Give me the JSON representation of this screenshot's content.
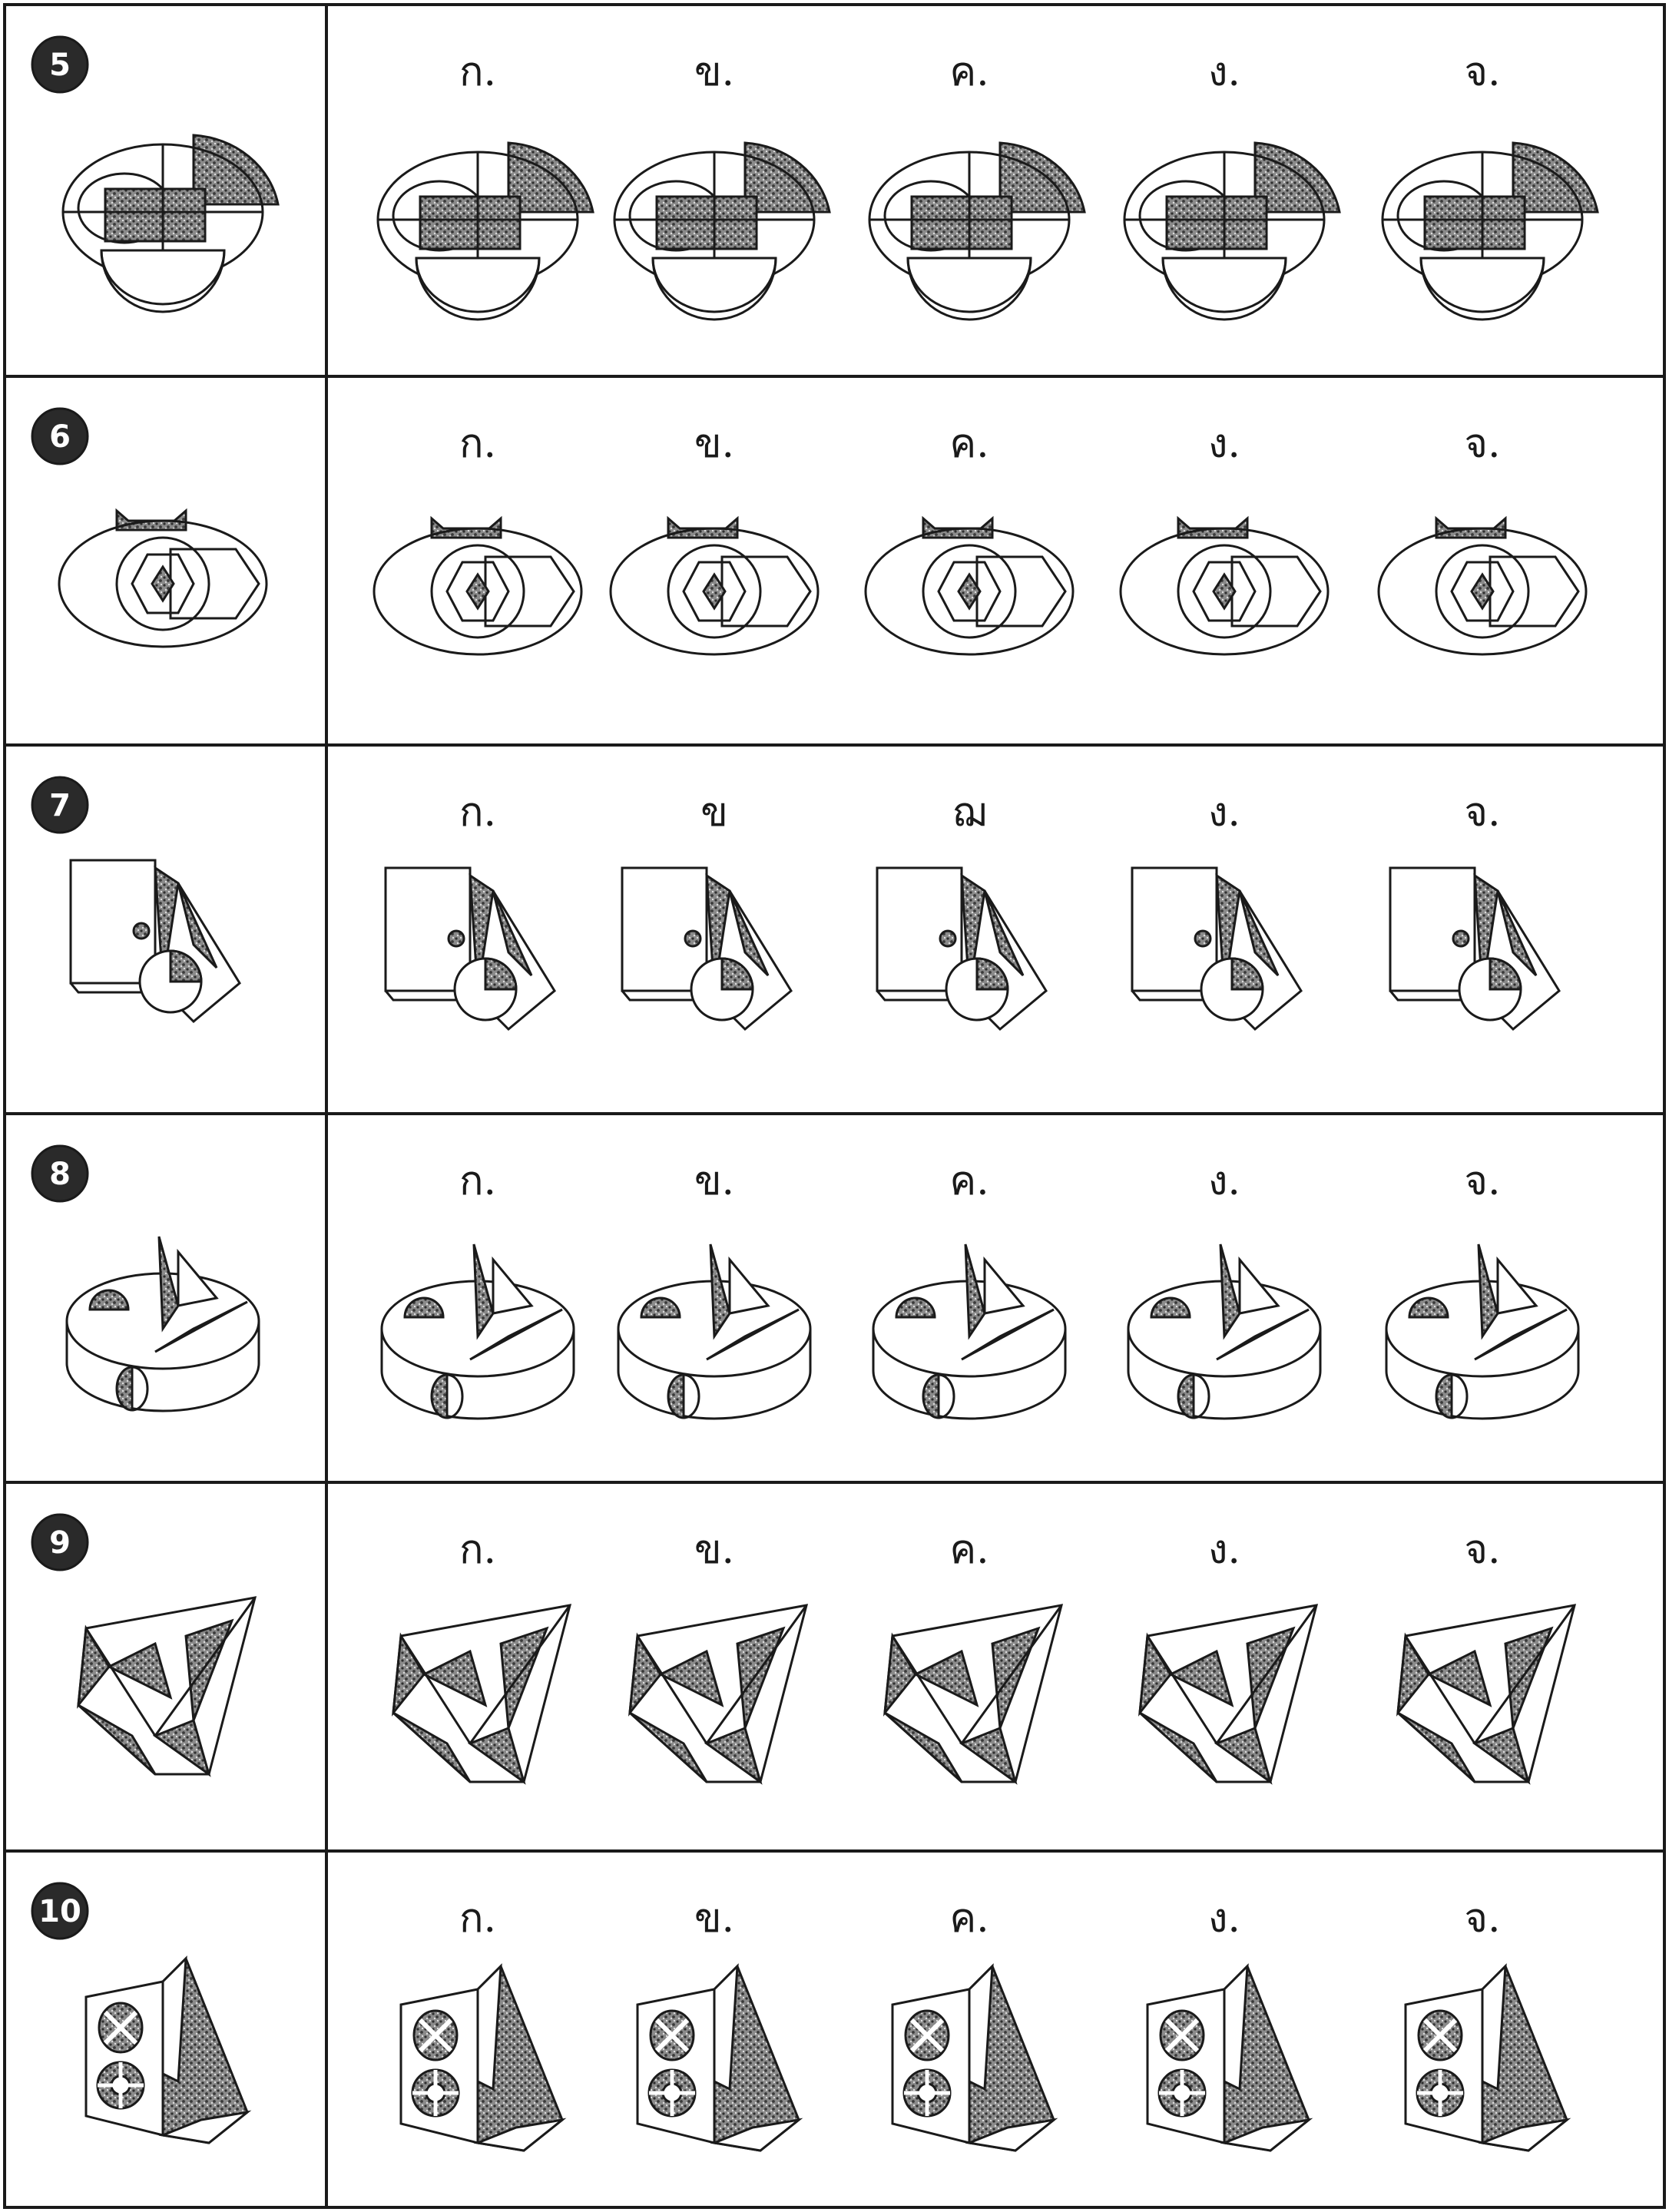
{
  "questions": [
    {
      "number": "5",
      "figure": "ellipses-with-semicircles",
      "choices": [
        "ก.",
        "ข.",
        "ค.",
        "ง.",
        "จ."
      ]
    },
    {
      "number": "6",
      "figure": "ellipse-circle-hexagon",
      "choices": [
        "ก.",
        "ข.",
        "ค.",
        "ง.",
        "จ."
      ]
    },
    {
      "number": "7",
      "figure": "block-with-folded-triangle",
      "choices": [
        "ก.",
        "ข",
        "ฌ",
        "ง.",
        "จ."
      ]
    },
    {
      "number": "8",
      "figure": "cylinder-with-fins",
      "choices": [
        "ก.",
        "ข.",
        "ค.",
        "ง.",
        "จ."
      ]
    },
    {
      "number": "9",
      "figure": "triangular-solid",
      "choices": [
        "ก.",
        "ข.",
        "ค.",
        "ง.",
        "จ."
      ]
    },
    {
      "number": "10",
      "figure": "prism-with-discs",
      "choices": [
        "ก.",
        "ข.",
        "ค.",
        "ง.",
        "จ."
      ]
    }
  ],
  "colors": {
    "ink": "#1a1a1a",
    "shade": "#555555",
    "paper": "#ffffff"
  }
}
